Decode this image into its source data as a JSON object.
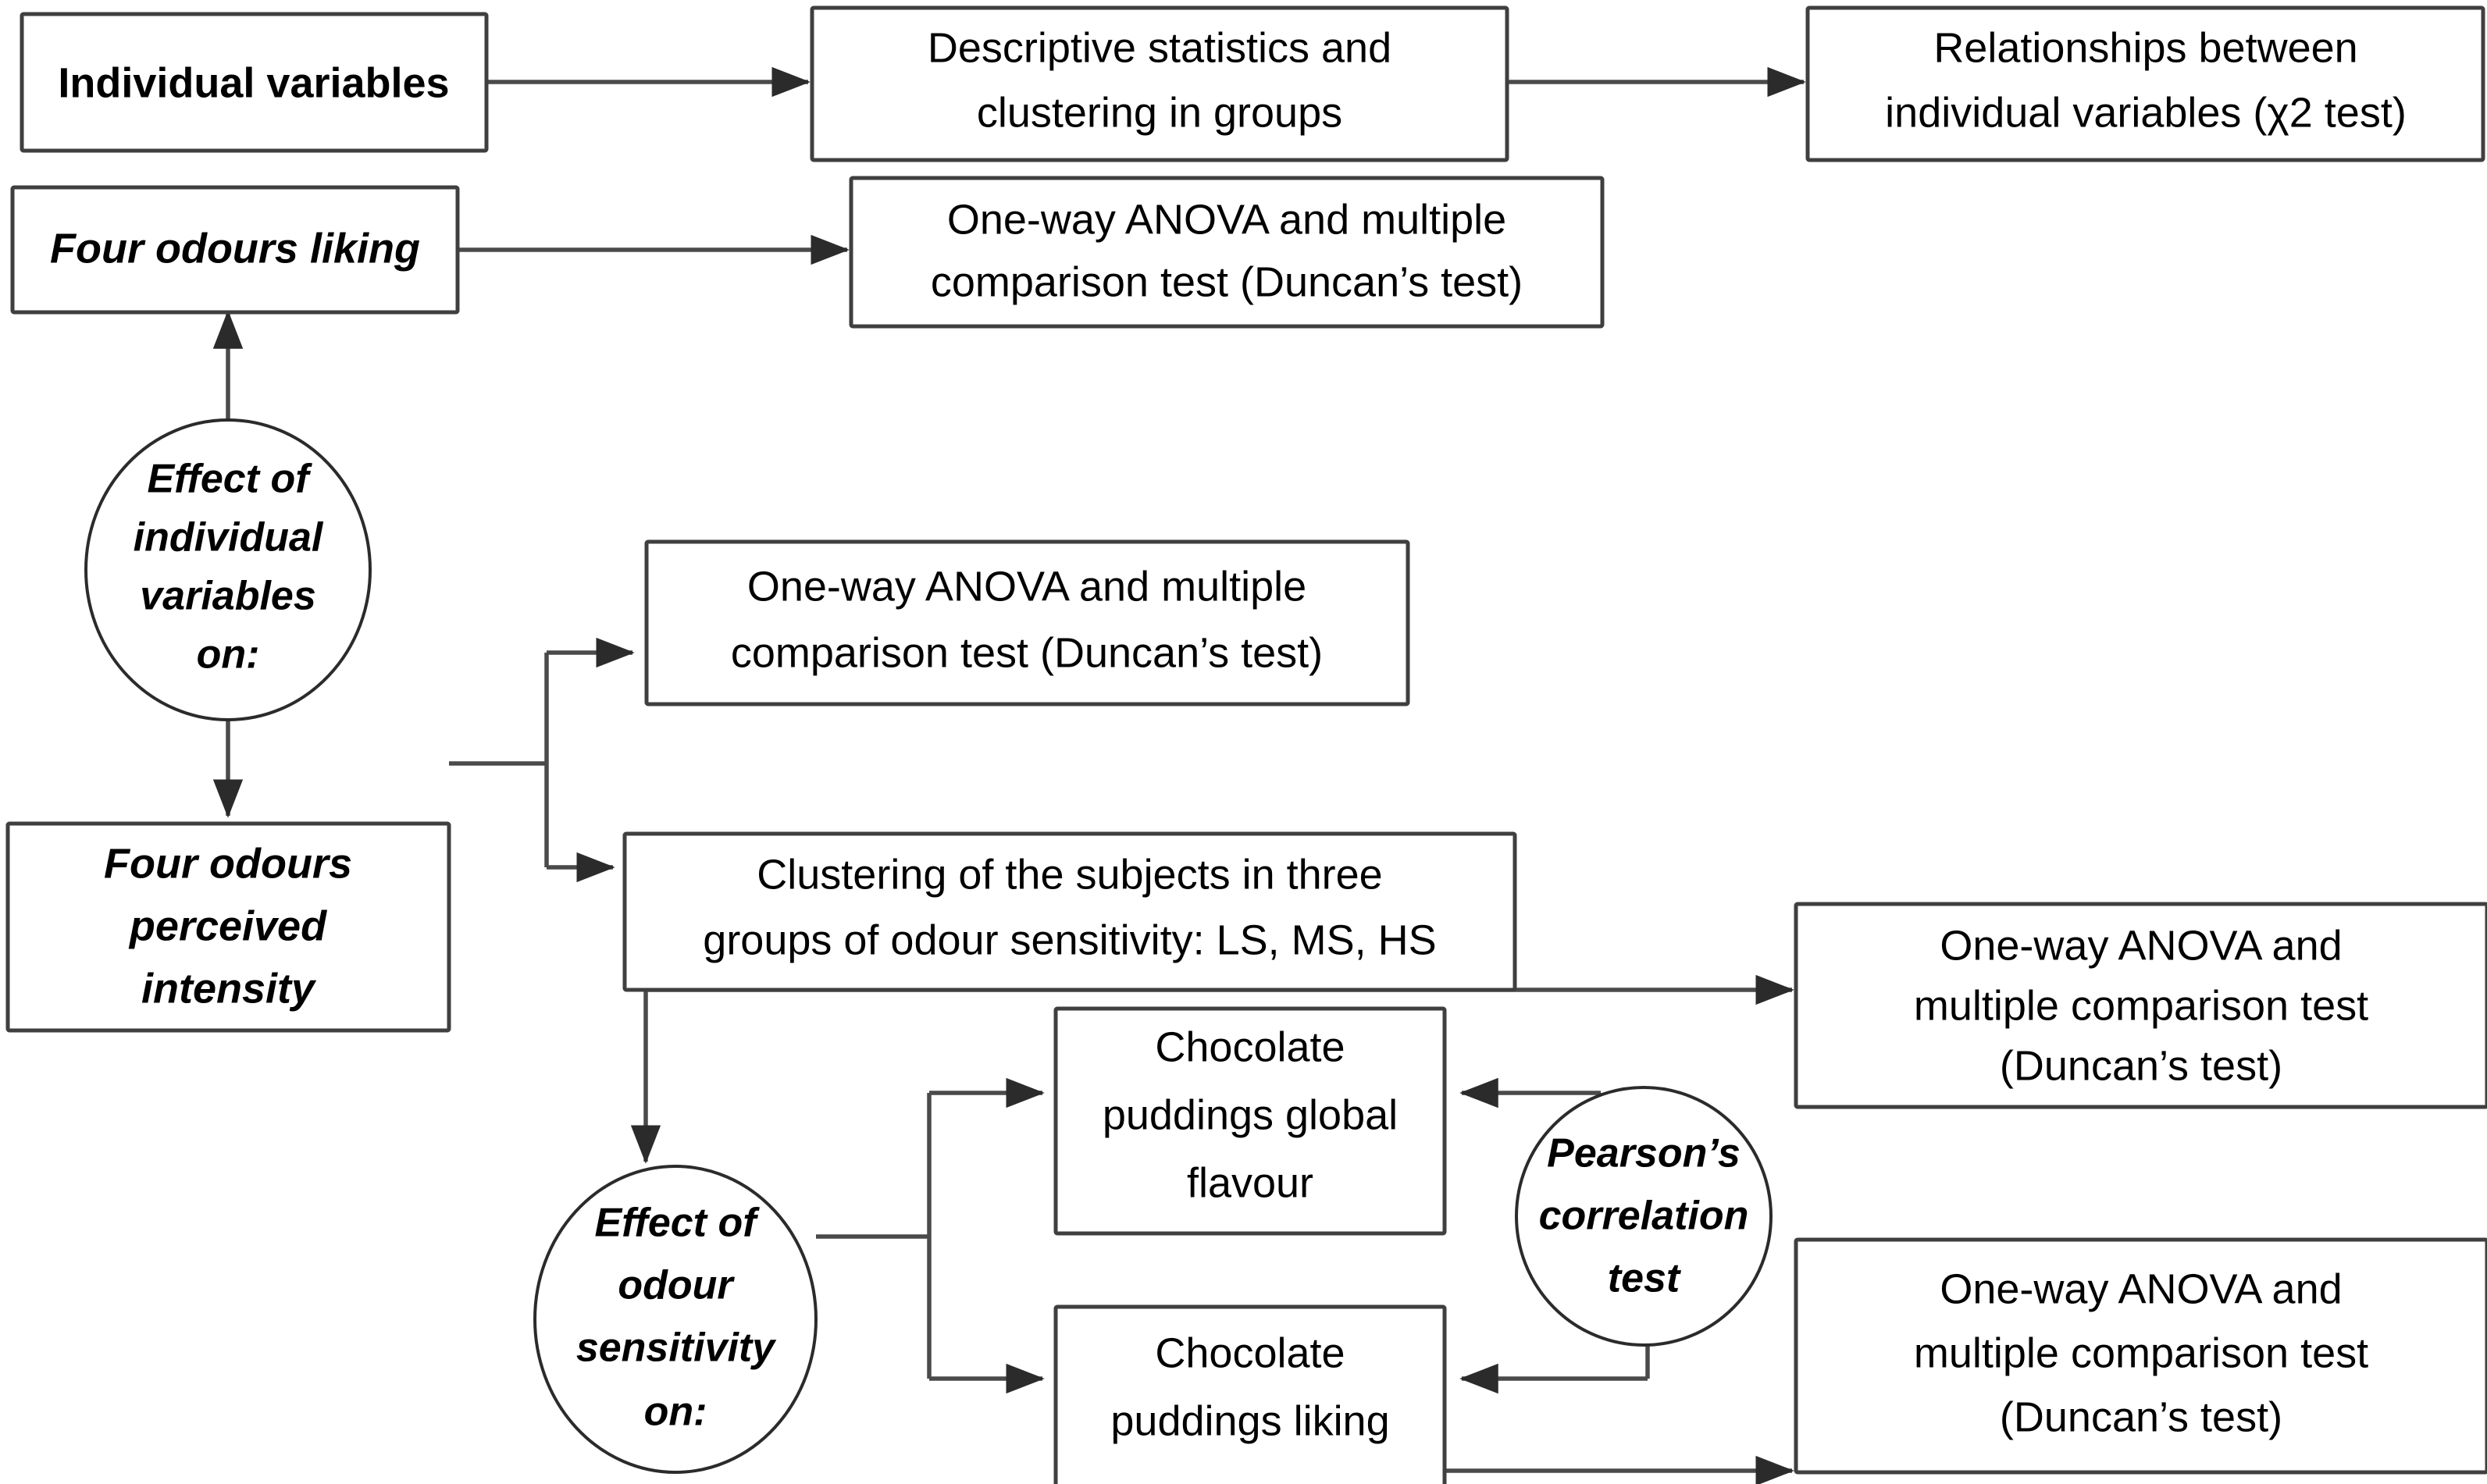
{
  "diagram": {
    "title": "Statistical analysis flowchart",
    "colors": {
      "background": "#ffffff",
      "box_stroke": "#3f3f3f",
      "ellipse_stroke": "#2b2b2b",
      "connector": "#4a4a4a",
      "text": "#000000"
    },
    "nodes": [
      {
        "id": "individual-variables",
        "shape": "rect",
        "style": "bold",
        "lines": [
          "Individual variables"
        ]
      },
      {
        "id": "descriptive-statistics",
        "shape": "rect",
        "style": "regular",
        "lines": [
          "Descriptive statistics and",
          "clustering in groups"
        ]
      },
      {
        "id": "relationships-chi2",
        "shape": "rect",
        "style": "regular",
        "lines": [
          "Relationships between",
          "individual variables (χ2 test)"
        ]
      },
      {
        "id": "four-odours-liking",
        "shape": "rect",
        "style": "bold-italic",
        "lines": [
          "Four odours liking"
        ]
      },
      {
        "id": "anova-liking",
        "shape": "rect",
        "style": "regular",
        "lines": [
          "One-way ANOVA and multiple",
          "comparison test (Duncan’s test)"
        ]
      },
      {
        "id": "effect-individual-variables",
        "shape": "ellipse",
        "style": "bold-italic",
        "lines": [
          "Effect of",
          "individual",
          "variables",
          "on:"
        ]
      },
      {
        "id": "four-odours-intensity",
        "shape": "rect",
        "style": "bold-italic",
        "lines": [
          "Four odours",
          "perceived",
          "intensity"
        ]
      },
      {
        "id": "anova-intensity",
        "shape": "rect",
        "style": "regular",
        "lines": [
          "One-way ANOVA and multiple",
          "comparison test (Duncan’s test)"
        ]
      },
      {
        "id": "clustering-sensitivity",
        "shape": "rect",
        "style": "regular",
        "lines": [
          "Clustering of the subjects in three",
          "groups of odour sensitivity: LS, MS, HS"
        ]
      },
      {
        "id": "anova-flavour",
        "shape": "rect",
        "style": "regular",
        "lines": [
          "One-way ANOVA and",
          "multiple comparison test",
          "(Duncan’s test)"
        ]
      },
      {
        "id": "effect-odour-sensitivity",
        "shape": "ellipse",
        "style": "bold-italic",
        "lines": [
          "Effect of",
          "odour",
          "sensitivity",
          "on:"
        ]
      },
      {
        "id": "chocolate-global-flavour",
        "shape": "rect",
        "style": "regular",
        "lines": [
          "Chocolate",
          "puddings global",
          "flavour"
        ]
      },
      {
        "id": "pearson-correlation",
        "shape": "ellipse",
        "style": "bold-italic",
        "lines": [
          "Pearson’s",
          "correlation",
          "test"
        ]
      },
      {
        "id": "chocolate-liking",
        "shape": "rect",
        "style": "regular",
        "lines": [
          "Chocolate",
          "puddings liking"
        ]
      },
      {
        "id": "anova-chocolate-liking",
        "shape": "rect",
        "style": "regular",
        "lines": [
          "One-way ANOVA and",
          "multiple comparison test",
          "(Duncan’s test)"
        ]
      }
    ]
  }
}
